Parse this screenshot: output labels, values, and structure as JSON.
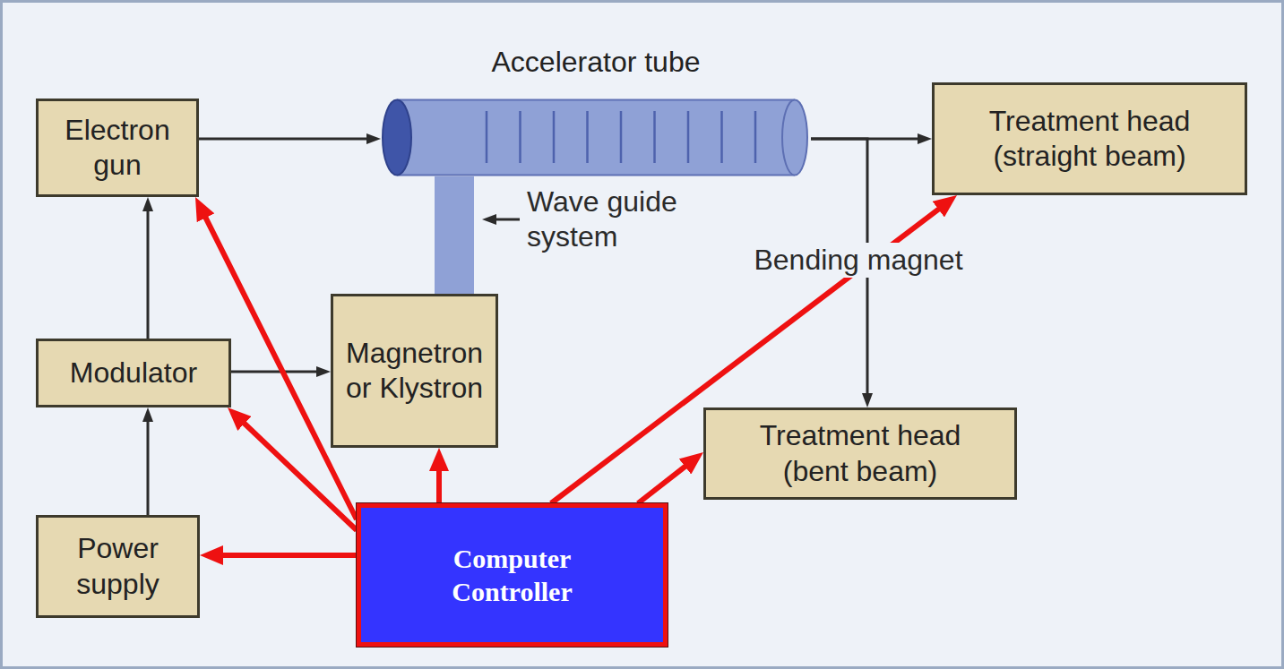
{
  "diagram": {
    "nodes": [
      {
        "text": [
          "Electron gun"
        ]
      },
      {
        "text": [
          "Accelerator tube"
        ]
      },
      {
        "text": [
          "Treatment head (straight beam)"
        ]
      },
      {
        "text": [
          "Modulator"
        ]
      },
      {
        "text": [
          "Magnetron or Klystron"
        ]
      },
      {
        "text": [
          "Treatment head (bent beam)"
        ]
      },
      {
        "text": [
          "Power supply"
        ]
      },
      {
        "text": [
          "Computer Controller"
        ]
      }
    ],
    "edges": [
      {
        "from": 0,
        "to": 1,
        "arrow": "to"
      },
      {
        "from": 1,
        "to": 2,
        "arrow": "to"
      },
      {
        "from": 1,
        "to": 5,
        "arrow": "to"
      },
      {
        "from": 3,
        "to": 0,
        "arrow": "to"
      },
      {
        "from": 3,
        "to": 4,
        "arrow": "to"
      },
      {
        "from": 6,
        "to": 3,
        "arrow": "to"
      },
      {
        "from": 4,
        "to": 1,
        "arrow": "none"
      },
      {
        "from": 7,
        "to": 0,
        "arrow": "to"
      },
      {
        "from": 7,
        "to": 3,
        "arrow": "to"
      },
      {
        "from": 7,
        "to": 4,
        "arrow": "to"
      },
      {
        "from": 7,
        "to": 2,
        "arrow": "to"
      },
      {
        "from": 7,
        "to": 5,
        "arrow": "to"
      },
      {
        "from": 7,
        "to": 6,
        "arrow": "to"
      }
    ],
    "labels": [
      "Wave guide system",
      "Bending magnet"
    ]
  }
}
